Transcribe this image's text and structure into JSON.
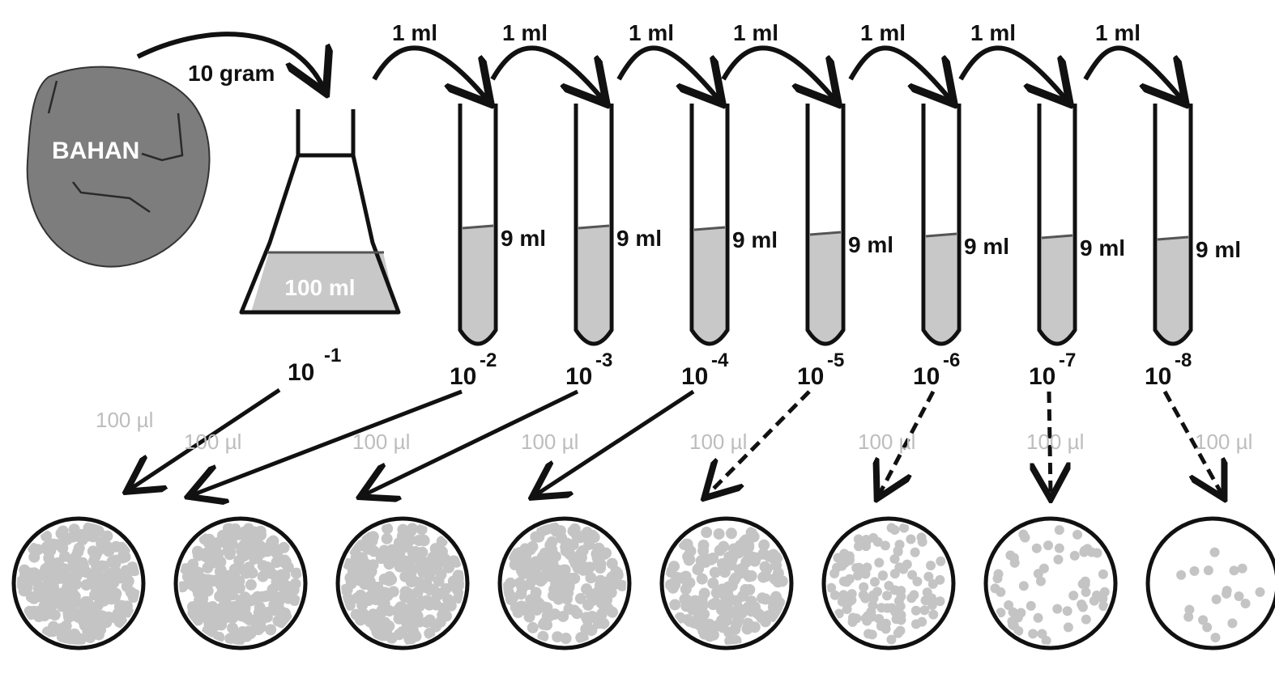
{
  "source_label": "BAHAN",
  "source_amount": "10 gram",
  "flask_volume": "100 ml",
  "flask_dilution": {
    "base": "10",
    "exp": "-1"
  },
  "transfer_label": "1 ml",
  "tube_volume": "9 ml",
  "tube_dilutions": [
    {
      "base": "10",
      "exp": "-2"
    },
    {
      "base": "10",
      "exp": "-3"
    },
    {
      "base": "10",
      "exp": "-4"
    },
    {
      "base": "10",
      "exp": "-5"
    },
    {
      "base": "10",
      "exp": "-6"
    },
    {
      "base": "10",
      "exp": "-7"
    },
    {
      "base": "10",
      "exp": "-8"
    }
  ],
  "plating_volume": "100 µl",
  "plate_colony_density": [
    1.0,
    0.95,
    0.9,
    0.75,
    0.65,
    0.45,
    0.22,
    0.07
  ],
  "colors": {
    "source": "#7d7d7d",
    "liquid": "#c8c8c8",
    "colony": "#c4c4c4",
    "ink": "#111111",
    "plating_text": "#bdbdbd"
  }
}
